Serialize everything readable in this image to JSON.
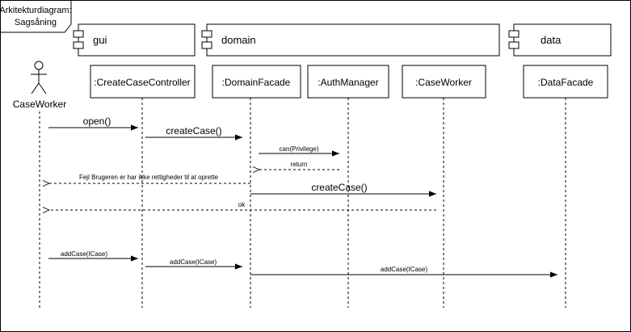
{
  "frame": {
    "title_line1": "Arkitekturdiagram:",
    "title_line2": "Sagsåning"
  },
  "packages": [
    {
      "id": "gui",
      "label": "gui"
    },
    {
      "id": "domain",
      "label": "domain"
    },
    {
      "id": "data",
      "label": "data"
    }
  ],
  "actor": {
    "label": "CaseWorker"
  },
  "lifelines": [
    {
      "id": "ccc",
      "label": ":CreateCaseController"
    },
    {
      "id": "df",
      "label": ":DomainFacade"
    },
    {
      "id": "am",
      "label": ":AuthManager"
    },
    {
      "id": "cw",
      "label": ":CaseWorker"
    },
    {
      "id": "data",
      "label": ":DataFacade"
    }
  ],
  "messages": [
    {
      "id": "open",
      "label": "open()",
      "style": "solid"
    },
    {
      "id": "create1",
      "label": "createCase()",
      "style": "solid"
    },
    {
      "id": "can",
      "label": "can(Privilege)",
      "style": "solid"
    },
    {
      "id": "return",
      "label": "return",
      "style": "dashed"
    },
    {
      "id": "fejl",
      "label": "Fejl Brugeren er har ikke rettigheder til at oprette",
      "style": "dashed"
    },
    {
      "id": "create2",
      "label": "createCase()",
      "style": "solid"
    },
    {
      "id": "ok",
      "label": "ok",
      "style": "dashed"
    },
    {
      "id": "add1",
      "label": "addCase(ICase)",
      "style": "solid"
    },
    {
      "id": "add2",
      "label": "addCase(ICase)",
      "style": "solid"
    },
    {
      "id": "add3",
      "label": "addCase(ICase)",
      "style": "solid"
    }
  ]
}
